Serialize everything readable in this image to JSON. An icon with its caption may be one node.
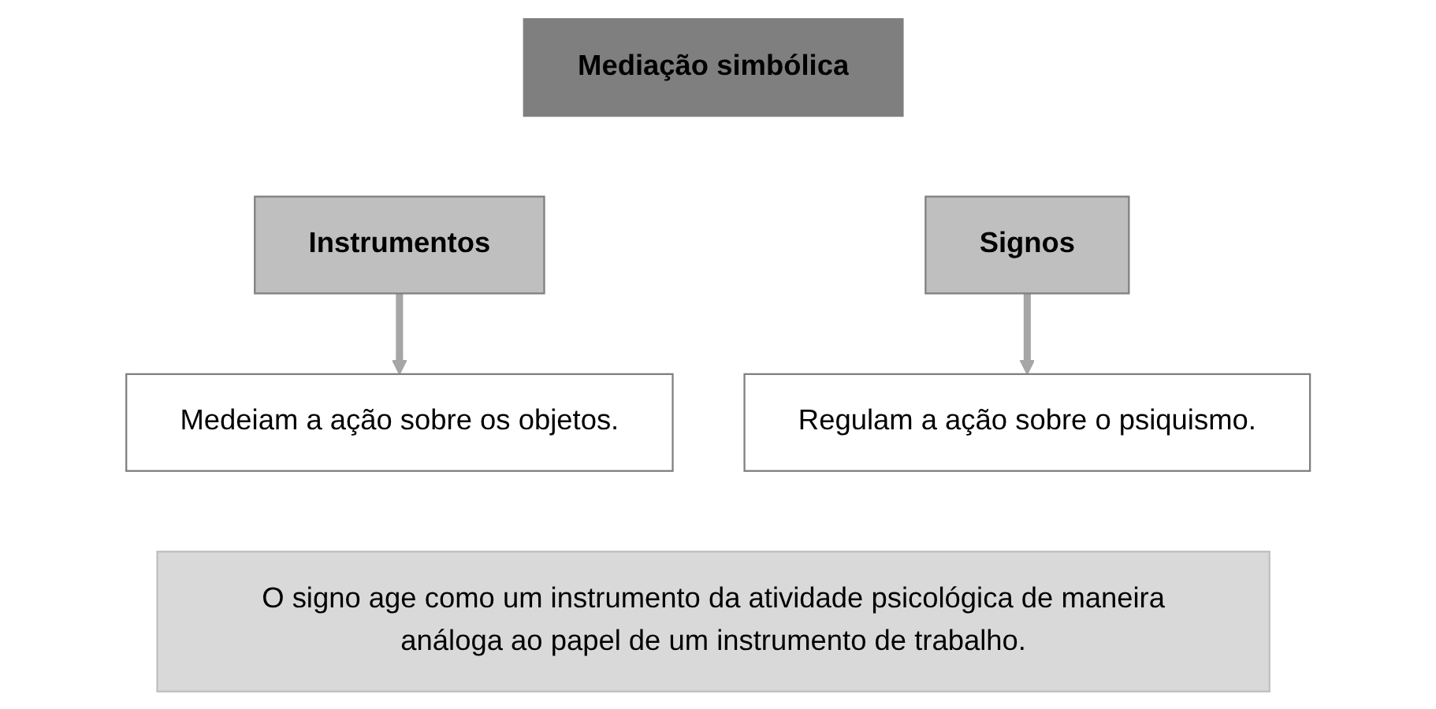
{
  "diagram": {
    "nodes": [
      {
        "text": [
          "Mediação simbólica"
        ]
      },
      {
        "text": [
          "Instrumentos"
        ]
      },
      {
        "text": [
          "Signos"
        ]
      },
      {
        "text": [
          "Medeiam a ação sobre os objetos."
        ]
      },
      {
        "text": [
          "Regulam a ação sobre o psiquismo."
        ]
      },
      {
        "text": [
          "O signo age como um instrumento da atividade psicológica de maneira análoga ao papel de um instrumento de trabalho."
        ]
      }
    ],
    "edges": [
      {
        "from": 1,
        "to": 3,
        "arrow": "to"
      },
      {
        "from": 2,
        "to": 4,
        "arrow": "to"
      }
    ]
  }
}
